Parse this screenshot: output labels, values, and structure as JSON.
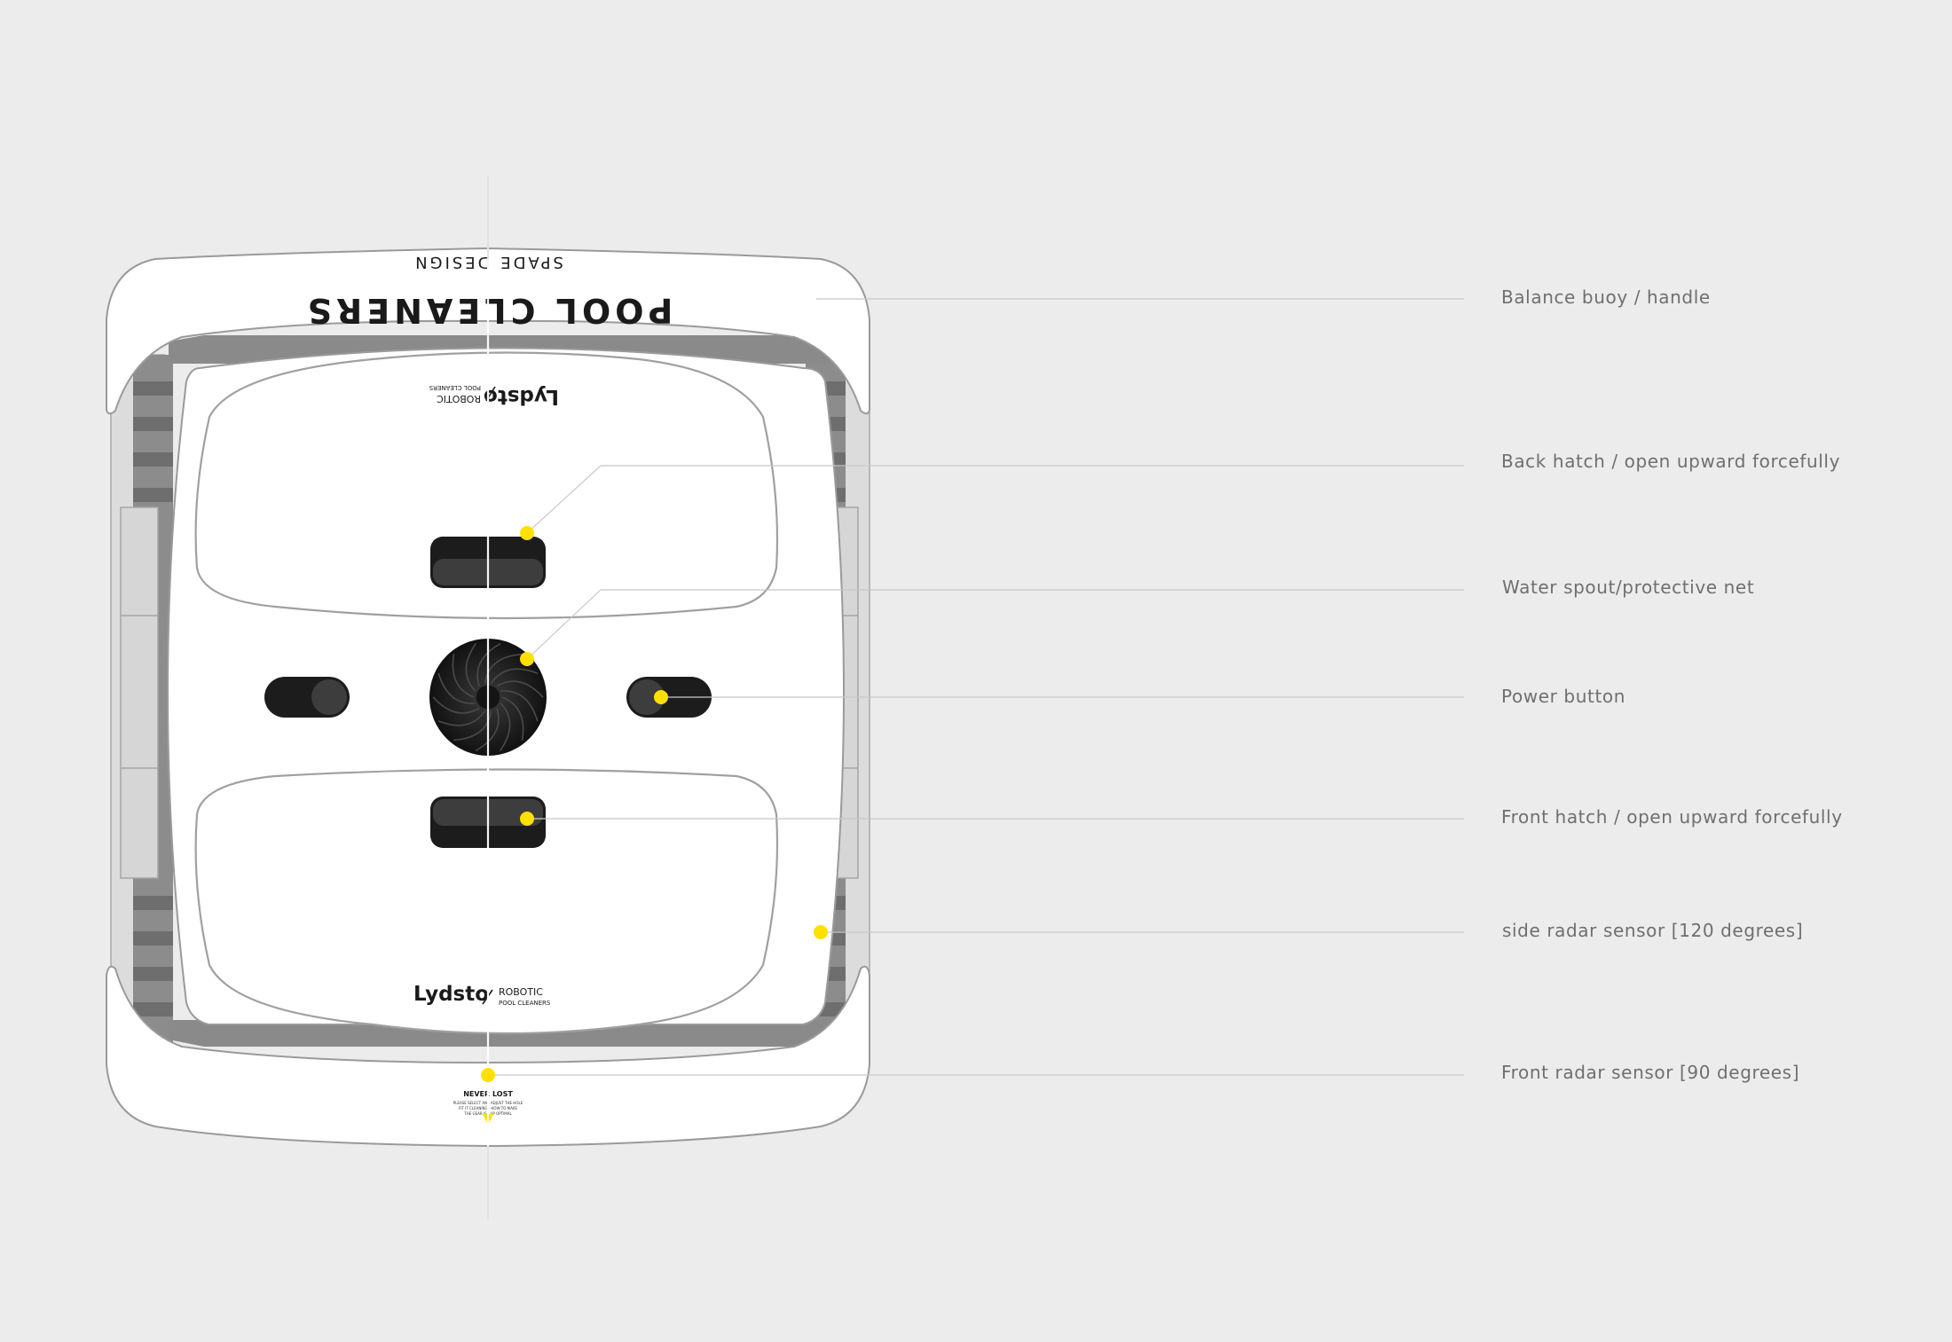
{
  "device": {
    "rear_bumper_text": "POOL CLEANERS",
    "rear_bumper_subtext": "SPADE DESIGN",
    "brand_name": "Lydsto",
    "brand_tag_top": "ROBOTIC",
    "brand_tag_bottom": "POOL CLEANERS",
    "front_badge_title": "NEVER LOST",
    "front_badge_line1": "PLEASE SELECT AN · ADJUST THE HOLE",
    "front_badge_line2": "FIT IT CLEANING · HOW TO MAKE",
    "front_badge_line3": "THE GEAR IS · UP OPTIMAL"
  },
  "callouts": [
    {
      "id": "balance-buoy",
      "label": "Balance buoy / handle"
    },
    {
      "id": "back-hatch",
      "label": "Back hatch / open upward forcefully"
    },
    {
      "id": "water-spout",
      "label": "Water spout/protective net"
    },
    {
      "id": "power-button",
      "label": "Power button"
    },
    {
      "id": "front-hatch",
      "label": "Front hatch / open upward forcefully"
    },
    {
      "id": "side-radar",
      "label": "side radar sensor [120 degrees]"
    },
    {
      "id": "front-radar",
      "label": "Front radar sensor [90 degrees]"
    }
  ],
  "colors": {
    "background": "#ececec",
    "body": "#ffffff",
    "outline": "#9a9a9a",
    "dark": "#1c1c1c",
    "track": "#8a8a8a",
    "marker": "#ffe000",
    "leader": "#c8c8c8",
    "label": "#6f6f6f"
  }
}
